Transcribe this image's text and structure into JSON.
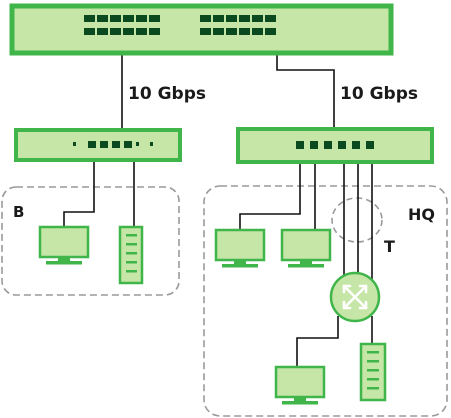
{
  "links": {
    "left_speed": "10 Gbps",
    "right_speed": "10 Gbps"
  },
  "zones": {
    "branch_label": "B",
    "hq_label": "HQ",
    "tap_label": "T"
  },
  "colors": {
    "device_fill": "#c6e6a8",
    "device_stroke": "#3fb54a",
    "port": "#0b4a1e",
    "zone_stroke": "#9a9a9a",
    "line": "#111111"
  },
  "icons": {
    "core_switch": "switch-icon",
    "edge_switch": "switch-icon",
    "workstation": "monitor-icon",
    "server": "server-icon",
    "router": "router-icon"
  }
}
